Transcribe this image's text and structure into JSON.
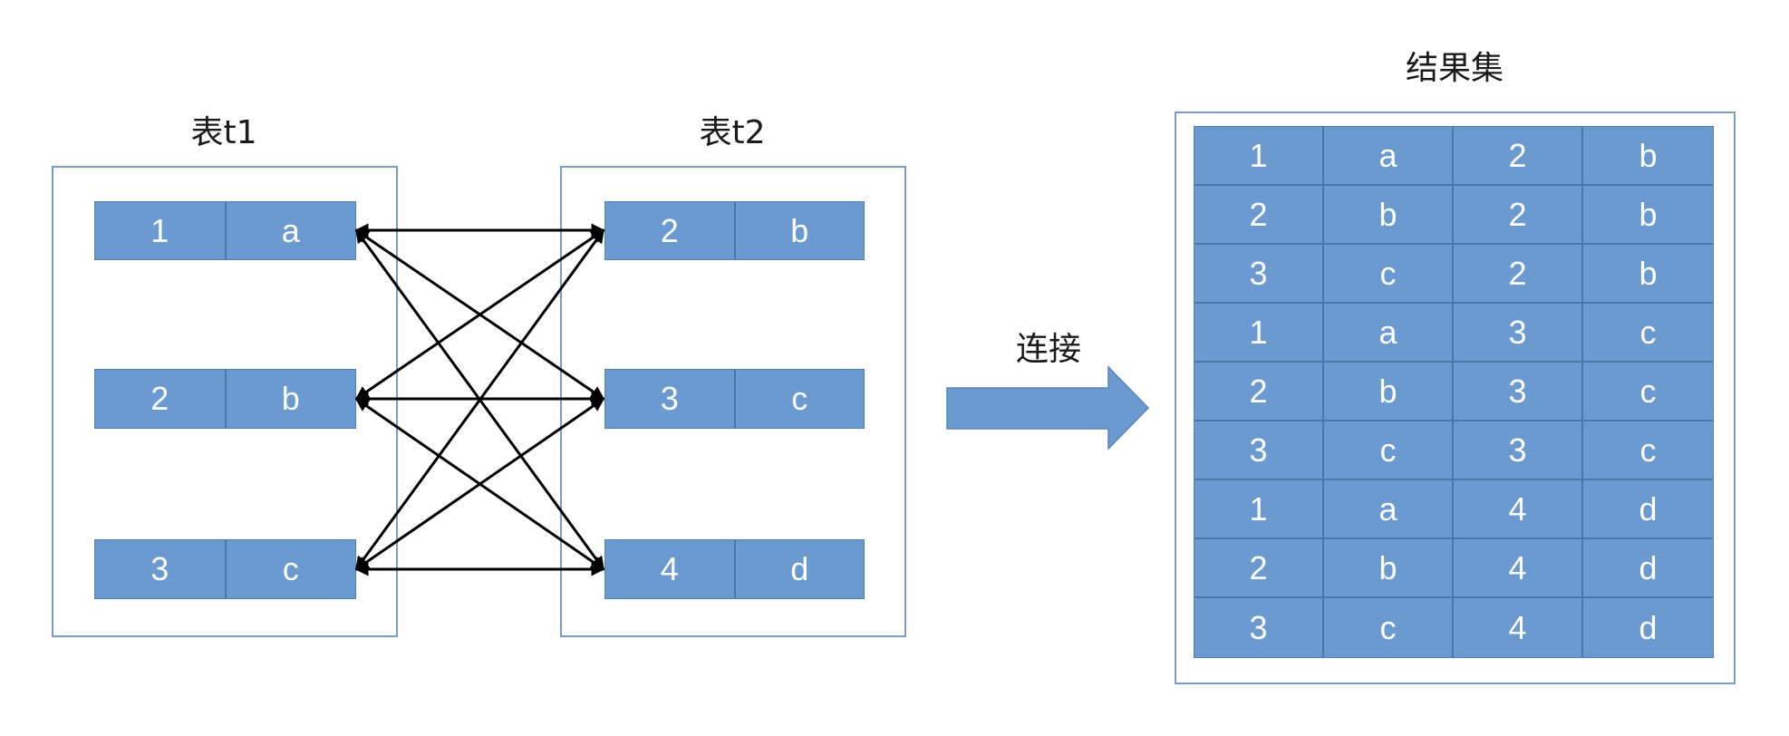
{
  "left_table": {
    "title": "表t1",
    "rows": [
      [
        "1",
        "a"
      ],
      [
        "2",
        "b"
      ],
      [
        "3",
        "c"
      ]
    ]
  },
  "right_table": {
    "title": "表t2",
    "rows": [
      [
        "2",
        "b"
      ],
      [
        "3",
        "c"
      ],
      [
        "4",
        "d"
      ]
    ]
  },
  "join": {
    "label": "连接",
    "connections": "each row of t1 linked to each row of t2 (double-headed arrows)"
  },
  "result": {
    "title": "结果集",
    "rows": [
      [
        "1",
        "a",
        "2",
        "b"
      ],
      [
        "2",
        "b",
        "2",
        "b"
      ],
      [
        "3",
        "c",
        "2",
        "b"
      ],
      [
        "1",
        "a",
        "3",
        "c"
      ],
      [
        "2",
        "b",
        "3",
        "c"
      ],
      [
        "3",
        "c",
        "3",
        "c"
      ],
      [
        "1",
        "a",
        "4",
        "d"
      ],
      [
        "2",
        "b",
        "4",
        "d"
      ],
      [
        "3",
        "c",
        "4",
        "d"
      ]
    ]
  },
  "colors": {
    "cell_fill": "#6a9ad0",
    "cell_border": "#4a76a8",
    "frame_border": "#7f9cc4",
    "arrow": "#000000",
    "text_light": "#ffffff",
    "text_dark": "#1a1a1a"
  }
}
